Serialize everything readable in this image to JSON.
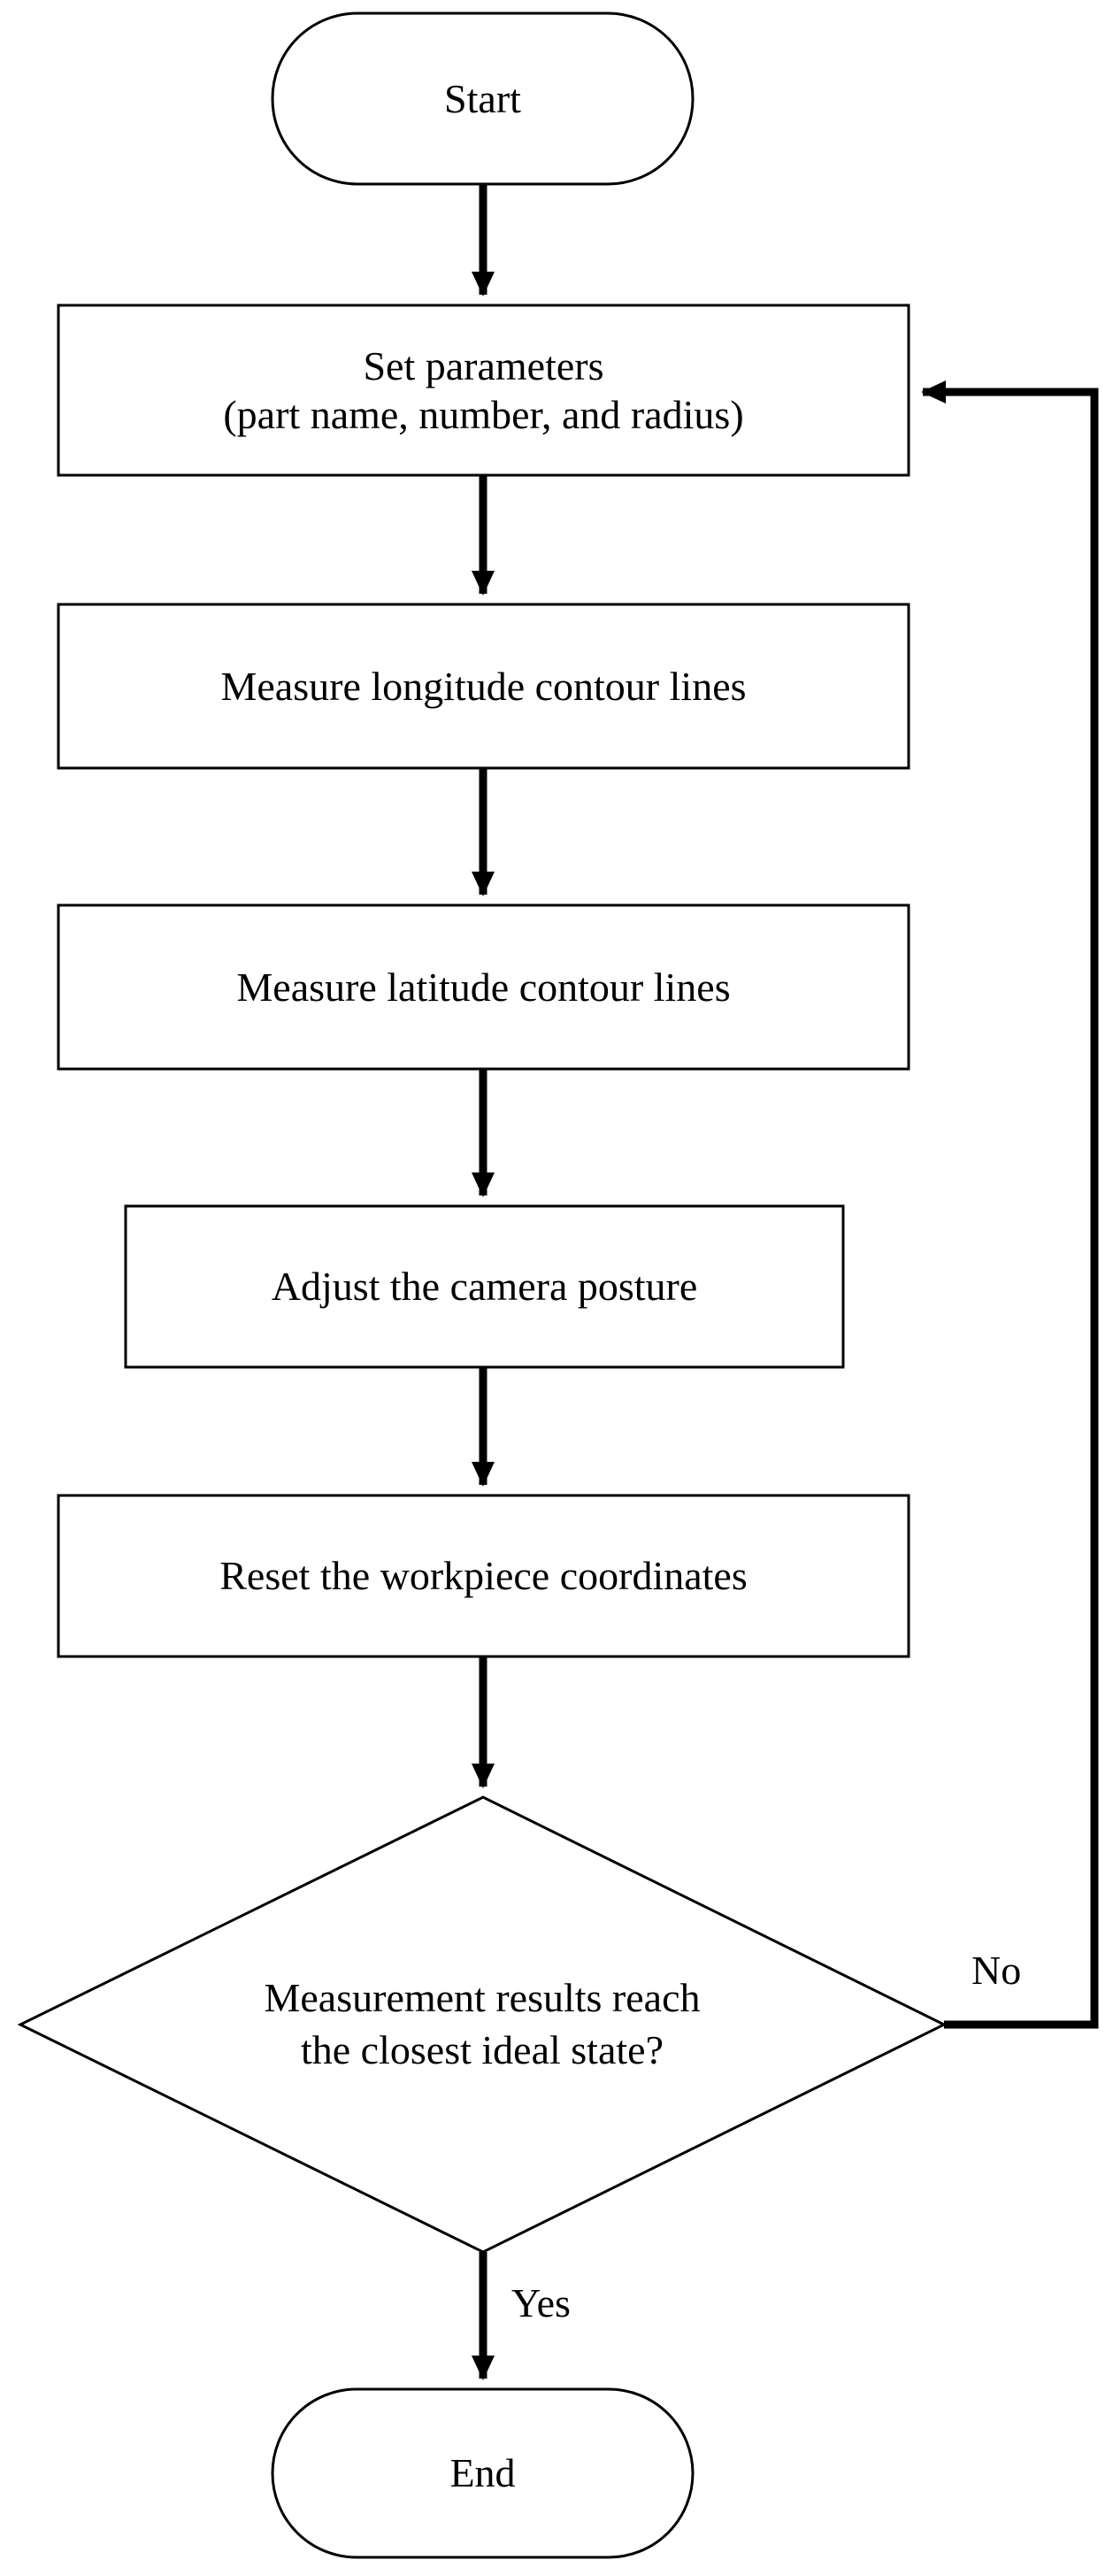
{
  "diagram": {
    "type": "flowchart",
    "orientation": "top-to-bottom",
    "background_color": "#ffffff",
    "stroke_color": "#000000",
    "text_color": "#000000",
    "nodes": [
      {
        "id": "start",
        "shape": "terminal",
        "label": "Start"
      },
      {
        "id": "set-parameters",
        "shape": "process",
        "label_line1": "Set parameters",
        "label_line2": "(part name, number, and radius)"
      },
      {
        "id": "measure-longitude",
        "shape": "process",
        "label": "Measure longitude contour lines"
      },
      {
        "id": "measure-latitude",
        "shape": "process",
        "label": "Measure latitude contour lines"
      },
      {
        "id": "adjust-camera",
        "shape": "process",
        "label": "Adjust the camera posture"
      },
      {
        "id": "reset-workpiece",
        "shape": "process",
        "label": "Reset the workpiece coordinates"
      },
      {
        "id": "decision",
        "shape": "decision",
        "label_line1": "Measurement results reach",
        "label_line2": "the closest ideal state?"
      },
      {
        "id": "end",
        "shape": "terminal",
        "label": "End"
      }
    ],
    "edges": [
      {
        "id": "e1",
        "from": "start",
        "to": "set-parameters",
        "label": ""
      },
      {
        "id": "e2",
        "from": "set-parameters",
        "to": "measure-longitude",
        "label": ""
      },
      {
        "id": "e3",
        "from": "measure-longitude",
        "to": "measure-latitude",
        "label": ""
      },
      {
        "id": "e4",
        "from": "measure-latitude",
        "to": "adjust-camera",
        "label": ""
      },
      {
        "id": "e5",
        "from": "adjust-camera",
        "to": "reset-workpiece",
        "label": ""
      },
      {
        "id": "e6",
        "from": "reset-workpiece",
        "to": "decision",
        "label": ""
      },
      {
        "id": "e7",
        "from": "decision",
        "to": "set-parameters",
        "label": "No"
      },
      {
        "id": "e8",
        "from": "decision",
        "to": "end",
        "label": "Yes"
      }
    ],
    "edge_labels": {
      "no": "No",
      "yes": "Yes"
    }
  }
}
